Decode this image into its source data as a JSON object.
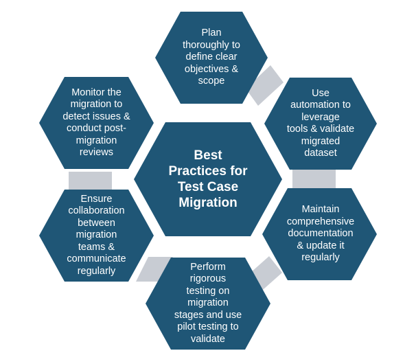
{
  "colors": {
    "hexagon_fill": "#1f5676",
    "connector_fill": "#c8ccd3",
    "text": "#ffffff",
    "background": "#ffffff"
  },
  "center": {
    "title": "Best\nPractices for\nTest Case\nMigration"
  },
  "practices": [
    {
      "id": "plan",
      "text": "Plan\nthoroughly to\ndefine clear\nobjectives &\nscope"
    },
    {
      "id": "automation",
      "text": "Use\nautomation to\nleverage\ntools & validate\nmigrated\ndataset"
    },
    {
      "id": "documentation",
      "text": "Maintain\ncomprehensive\ndocumentation\n& update it\nregularly"
    },
    {
      "id": "testing",
      "text": "Perform\nrigorous\ntesting on\nmigration\nstages and use\npilot testing to\nvalidate"
    },
    {
      "id": "collaboration",
      "text": "Ensure\ncollaboration\nbetween\nmigration\nteams &\ncommunicate\nregularly"
    },
    {
      "id": "monitor",
      "text": "Monitor the\nmigration to\ndetect issues &\nconduct post-\nmigration\nreviews"
    }
  ]
}
